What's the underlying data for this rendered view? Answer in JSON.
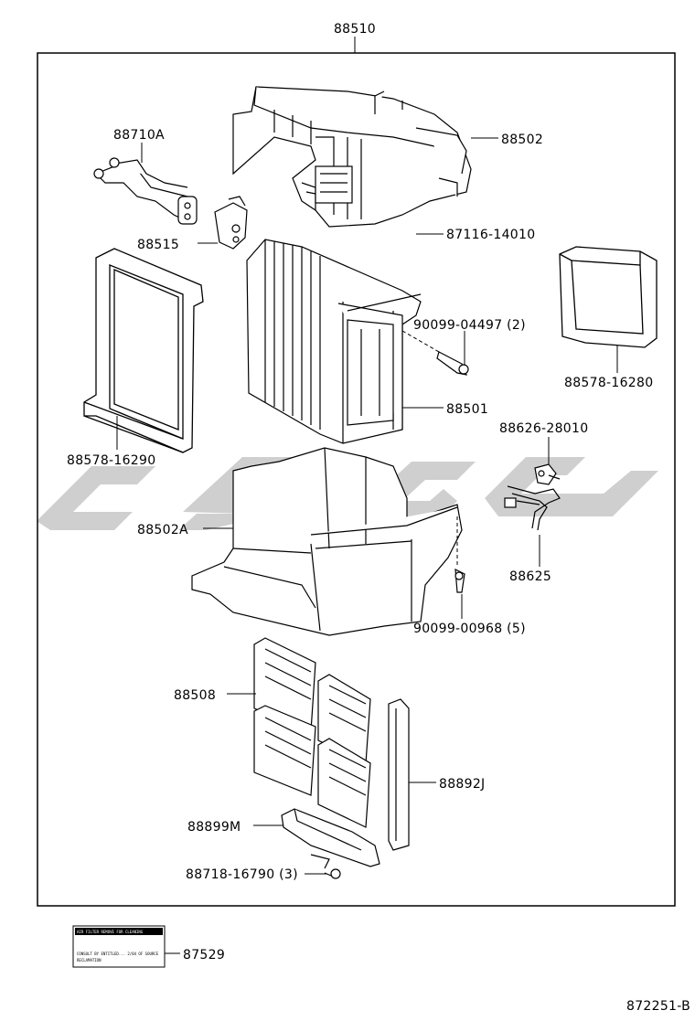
{
  "diagram": {
    "assembly_label": "88510",
    "figure_code": "872251-B",
    "watermark_text": "CSS",
    "colors": {
      "line": "#000000",
      "watermark": "#cfcfcf",
      "background": "#ffffff"
    },
    "labels": {
      "l88710A": "88710A",
      "l88502": "88502",
      "l88515": "88515",
      "l8711614010": "87116-14010",
      "l9009904497": "90099-04497 (2)",
      "l8857816280": "88578-16280",
      "l88501": "88501",
      "l8857816290": "88578-16290",
      "l8862628010": "88626-28010",
      "l88502A": "88502A",
      "l88625": "88625",
      "l9009900968": "90099-00968 (5)",
      "l88508": "88508",
      "l88892J": "88892J",
      "l88899M": "88899M",
      "l8871816790": "88718-16790 (3)",
      "l87529": "87529"
    },
    "sticker_lines": [
      "AIR FILTER REMOVE FOR CLEANING",
      "CONSULT BY ENTITLED... 2/04 OF SOURCE",
      "RECLAMATION"
    ]
  }
}
